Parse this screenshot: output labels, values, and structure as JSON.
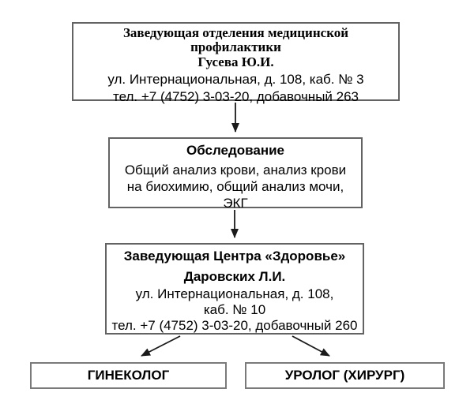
{
  "nodes": {
    "prevention": {
      "title": "Заведующая отделения медицинской профилактики",
      "person": "Гусева Ю.И.",
      "address": "ул. Интернациональная, д. 108, каб. № 3",
      "phone": "тел. +7 (4752) 3-03-20, добавочный 263"
    },
    "examination": {
      "title": "Обследование",
      "details_lines": [
        "Общий анализ крови, анализ крови",
        "на биохимию, общий анализ мочи,",
        "ЭКГ"
      ]
    },
    "health_center": {
      "title": "Заведующая Центра «Здоровье»",
      "person": "Даровских Л.И.",
      "address_line1": "ул. Интернациональная, д. 108,",
      "address_line2": "каб. № 10",
      "phone": "тел. +7 (4752) 3-03-20, добавочный 260"
    },
    "gynecologist": {
      "label": "ГИНЕКОЛОГ"
    },
    "urologist": {
      "label": "УРОЛОГ (ХИРУРГ)"
    }
  },
  "colors": {
    "box_border": "#636363",
    "bottom_box_border": "#7a7a7a",
    "arrow": "#1a1a1a",
    "text": "#000000",
    "background": "#ffffff"
  }
}
